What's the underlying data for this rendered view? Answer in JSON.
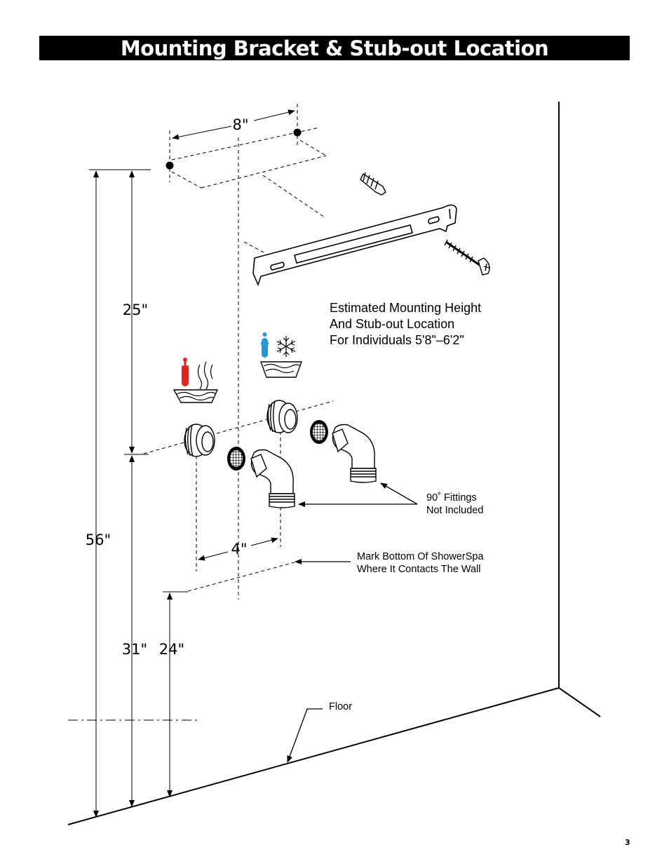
{
  "page_title": "Mounting Bracket & Stub-out Location",
  "page_number": "3",
  "dimensions": {
    "bracket_spacing": "8\"",
    "bracket_to_inlet": "25\"",
    "bracket_to_floor": "56\"",
    "inlet_to_floor": "31\"",
    "bottom_mark_to_floor": "24\"",
    "inlet_spacing": "4\""
  },
  "callouts": {
    "estimate_line1": "Estimated Mounting Height",
    "estimate_line2": "And Stub-out Location",
    "estimate_line3": "For Individuals 5'8\"–6'2\"",
    "fittings_line1": "90˚ Fittings",
    "fittings_line2": "Not Included",
    "mark_line1": "Mark Bottom Of ShowerSpa",
    "mark_line2": "Where It Contacts The Wall",
    "floor": "Floor"
  },
  "icons": [
    "hot-water-icon",
    "cold-water-icon"
  ],
  "colors": {
    "hot": "#e2231a",
    "cold": "#1f9ad6",
    "title_bg": "#000000"
  }
}
